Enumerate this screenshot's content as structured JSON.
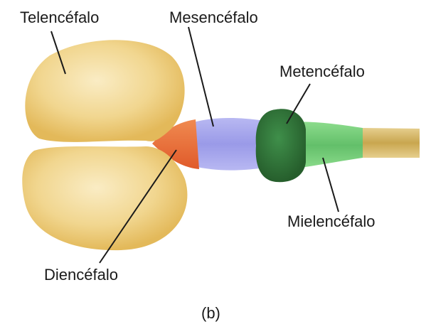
{
  "labels": {
    "telencefalo": "Telencéfalo",
    "mesencefalo": "Mesencéfalo",
    "metencefalo": "Metencéfalo",
    "mielencefalo": "Mielencéfalo",
    "diencefalo": "Diencéfalo"
  },
  "caption": "(b)",
  "colors": {
    "telencefalo": "#ebc76a",
    "diencefalo": "#e8693a",
    "mesencefalo": "#aaaaf0",
    "metencefalo": "#3f7d3f",
    "mielencefalo": "#7ed07e",
    "spinal_cord": "#d4b46a"
  }
}
